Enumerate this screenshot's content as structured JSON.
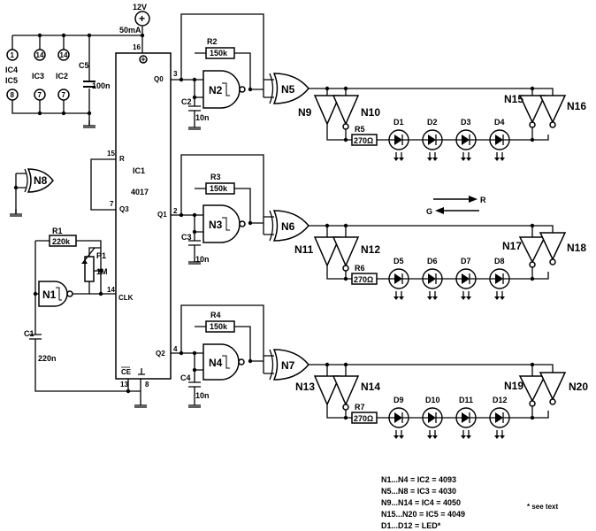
{
  "supply": {
    "voltage": "12V",
    "current": "50mA",
    "plus": "+"
  },
  "power_pins": [
    {
      "pin_top": "1",
      "pin_bottom": "8",
      "ic": "IC4\nIC5"
    },
    {
      "pin_top": "14",
      "pin_bottom": "7",
      "ic": "IC3"
    },
    {
      "pin_top": "14",
      "pin_bottom": "7",
      "ic": "IC2"
    }
  ],
  "power_ic_labels": [
    "IC4",
    "IC5",
    "IC3",
    "IC2"
  ],
  "ic1": {
    "name": "IC1",
    "part": "4017",
    "pin_vdd": "16",
    "pin_r": "15",
    "pin_q3": "7",
    "pin_clk": "14",
    "pin_q0": "3",
    "pin_q1": "2",
    "pin_q2": "4",
    "pin_ce": "13",
    "pin_gnd": "8",
    "label_r": "R",
    "label_q3": "Q3",
    "label_clk": "CLK",
    "label_q0": "Q0",
    "label_q1": "Q1",
    "label_q2": "Q2",
    "label_ce": "CE"
  },
  "caps": {
    "c5": [
      "C5",
      "100n"
    ],
    "c1": [
      "C1",
      "220n"
    ],
    "c2": [
      "C2",
      "10n"
    ],
    "c3": [
      "C3",
      "10n"
    ],
    "c4": [
      "C4",
      "10n"
    ]
  },
  "resistors": {
    "r1": [
      "R1",
      "220k"
    ],
    "r2": [
      "R2",
      "150k"
    ],
    "r3": [
      "R3",
      "150k"
    ],
    "r4": [
      "R4",
      "150k"
    ],
    "r5": [
      "R5",
      "270Ω"
    ],
    "r6": [
      "R6",
      "270Ω"
    ],
    "r7": [
      "R7",
      "270Ω"
    ],
    "p1": [
      "P1",
      "1M"
    ]
  },
  "gates": [
    "N1",
    "N2",
    "N3",
    "N4",
    "N5",
    "N6",
    "N7",
    "N8",
    "N9",
    "N10",
    "N11",
    "N12",
    "N13",
    "N14",
    "N15",
    "N16",
    "N17",
    "N18",
    "N19",
    "N20"
  ],
  "leds": [
    "D1",
    "D2",
    "D3",
    "D4",
    "D5",
    "D6",
    "D7",
    "D8",
    "D9",
    "D10",
    "D11",
    "D12"
  ],
  "direction": {
    "right": "R",
    "left": "G"
  },
  "notes": [
    "N1...N4 = IC2 = 4093",
    "N5...N8 = IC3 = 4030",
    "N9...N14 = IC4 = 4050",
    "N15...N20 = IC5 = 4049",
    "D1...D12 = LED*"
  ],
  "see_text": "* see text"
}
